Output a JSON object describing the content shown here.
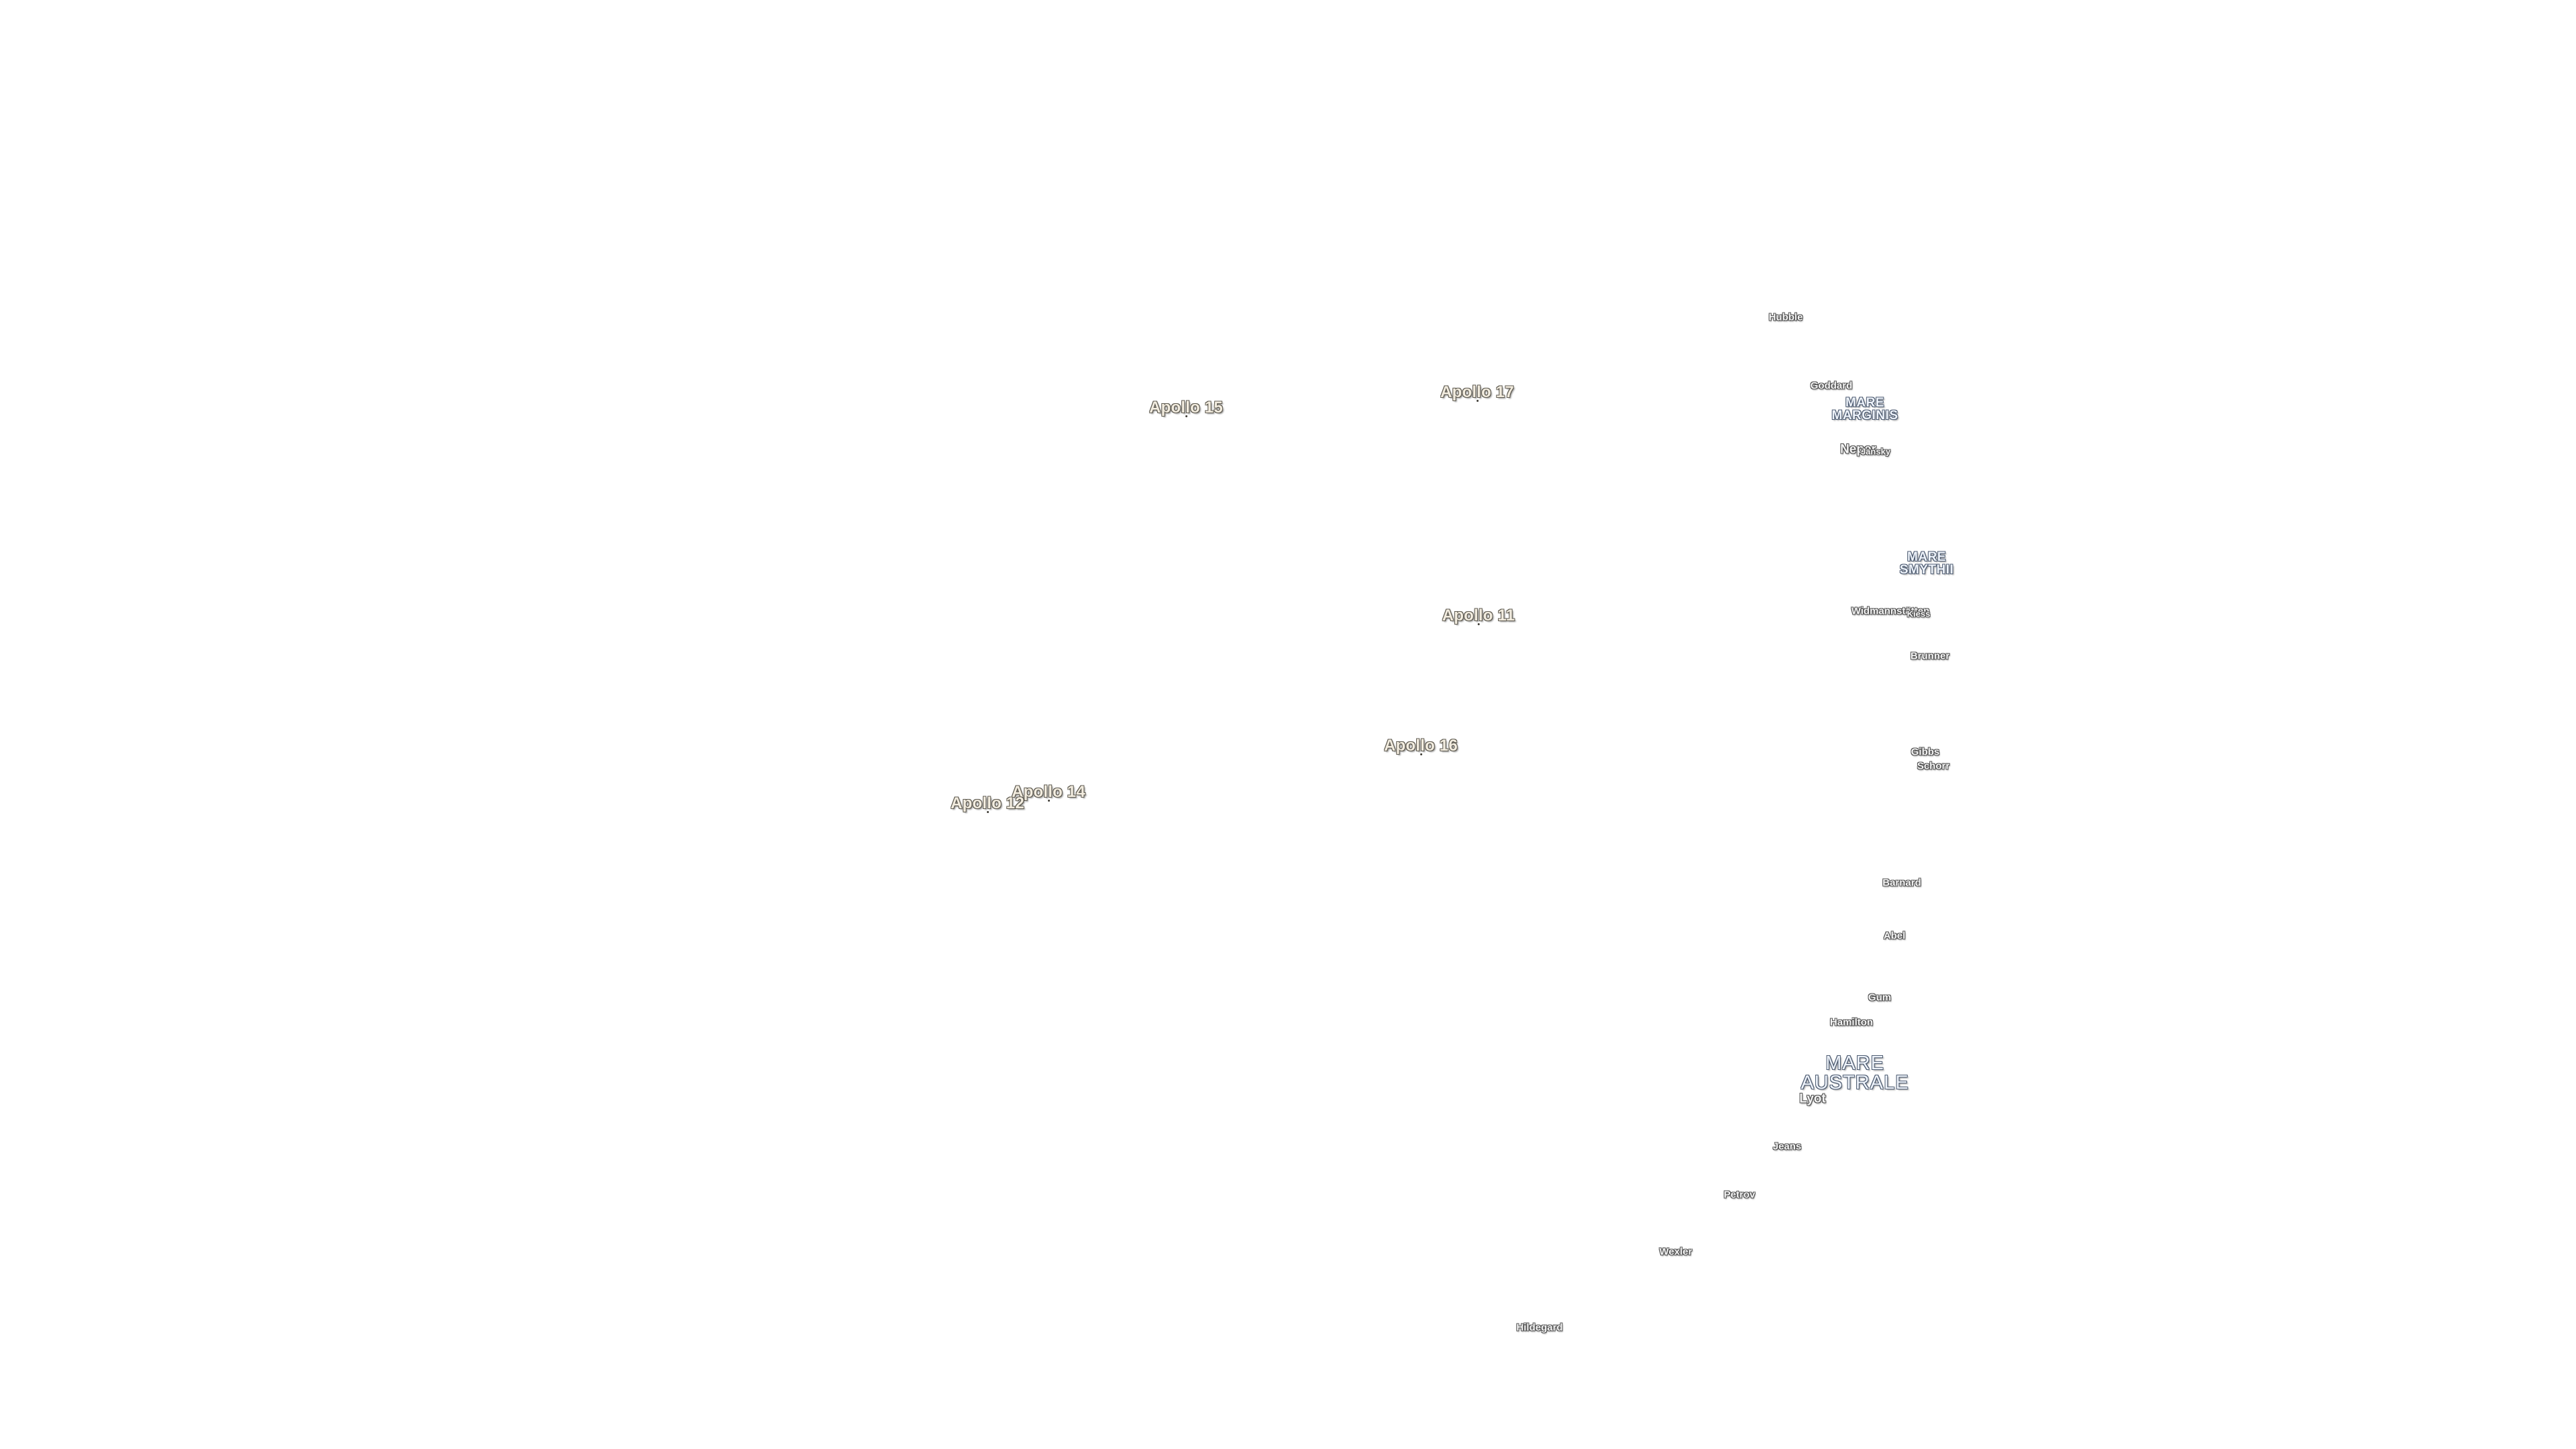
{
  "apollo_sites": [
    {
      "name": "Apollo 15"
    },
    {
      "name": "Apollo 17"
    },
    {
      "name": "Apollo 11"
    },
    {
      "name": "Apollo 16"
    },
    {
      "name": "Apollo 14"
    },
    {
      "name": "Apollo 12"
    }
  ],
  "craters": [
    {
      "name": "Hubble"
    },
    {
      "name": "Goddard"
    },
    {
      "name": "Neper"
    },
    {
      "name": "Jansky"
    },
    {
      "name": "Widmannstätten"
    },
    {
      "name": "Kiess"
    },
    {
      "name": "Brunner"
    },
    {
      "name": "Gibbs"
    },
    {
      "name": "Schorr"
    },
    {
      "name": "Barnard"
    },
    {
      "name": "Abel"
    },
    {
      "name": "Gum"
    },
    {
      "name": "Hamilton"
    },
    {
      "name": "Lyot"
    },
    {
      "name": "Jeans"
    },
    {
      "name": "Petrov"
    },
    {
      "name": "Wexler"
    },
    {
      "name": "Hildegard"
    }
  ],
  "maria": [
    {
      "line1": "MARE",
      "line2": "MARGINIS"
    },
    {
      "line1": "MARE",
      "line2": "SMYTHII"
    },
    {
      "line1": "MARE",
      "line2": "AUSTRALE"
    }
  ]
}
